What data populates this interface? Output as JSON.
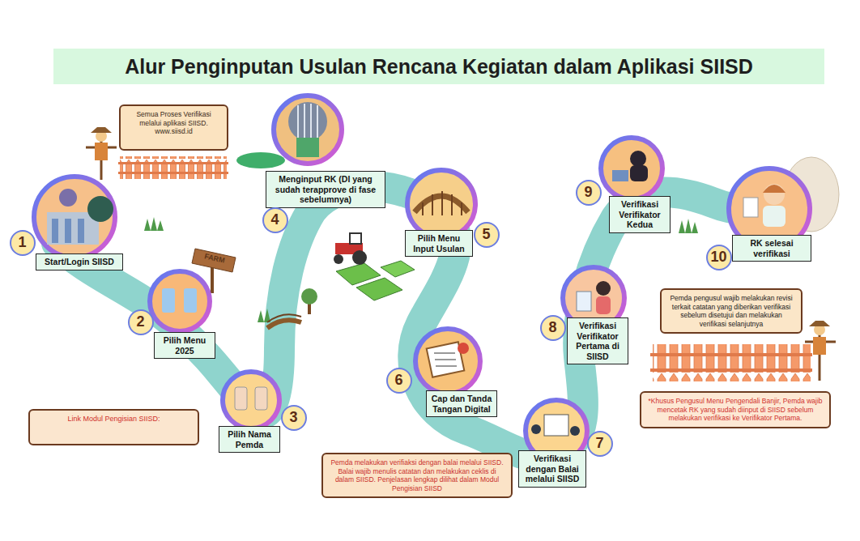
{
  "diagram": {
    "title": "Alur Penginputan Usulan Rencana Kegiatan dalam Aplikasi SIISD",
    "nodes": [
      {
        "text": [
          "Semua Proses Verifikasi melalui aplikasi SIISD. www.siisd.id"
        ]
      },
      {
        "text": [
          "1",
          "Start/Login SIISD"
        ]
      },
      {
        "text": [
          "2",
          "Pilih Menu 2025"
        ]
      },
      {
        "text": [
          "3",
          "Pilih Nama Pemda"
        ]
      },
      {
        "text": [
          "Link Modul Pengisian SIISD:"
        ]
      },
      {
        "text": [
          "4",
          "Menginput RK (DI yang sudah terapprove di fase sebelumnya)"
        ]
      },
      {
        "text": [
          "5",
          "Pilih Menu Input Usulan"
        ]
      },
      {
        "text": [
          "6",
          "Cap dan Tanda Tangan Digital"
        ]
      },
      {
        "text": [
          "Pemda melakukan verifiaksi dengan balai melalui SIISD. Balai wajib menulis catatan dan melakukan ceklis di dalam SIISD. Penjelasan lengkap dilihat dalam Modul Pengisian SIISD"
        ]
      },
      {
        "text": [
          "7",
          "Verifikasi dengan Balai melalui SIISD"
        ]
      },
      {
        "text": [
          "8",
          "Verifikasi Verifikator Pertama di SIISD"
        ]
      },
      {
        "text": [
          "9",
          "Verifikasi Verifikator Kedua"
        ]
      },
      {
        "text": [
          "10",
          "RK selesai verifikasi"
        ]
      },
      {
        "text": [
          "Pemda pengusul wajib melakukan revisi terkait catatan yang diberikan verifikasi sebelum disetujui dan melakukan verifikasi selanjutnya"
        ]
      },
      {
        "text": [
          "*Khusus Pengusul Menu Pengendali Banjir, Pemda wajib mencetak RK yang sudah diinput di SIISD sebelum melakukan verifikasi ke Verifikator Pertama."
        ]
      }
    ],
    "labels": [
      "FARM"
    ]
  }
}
